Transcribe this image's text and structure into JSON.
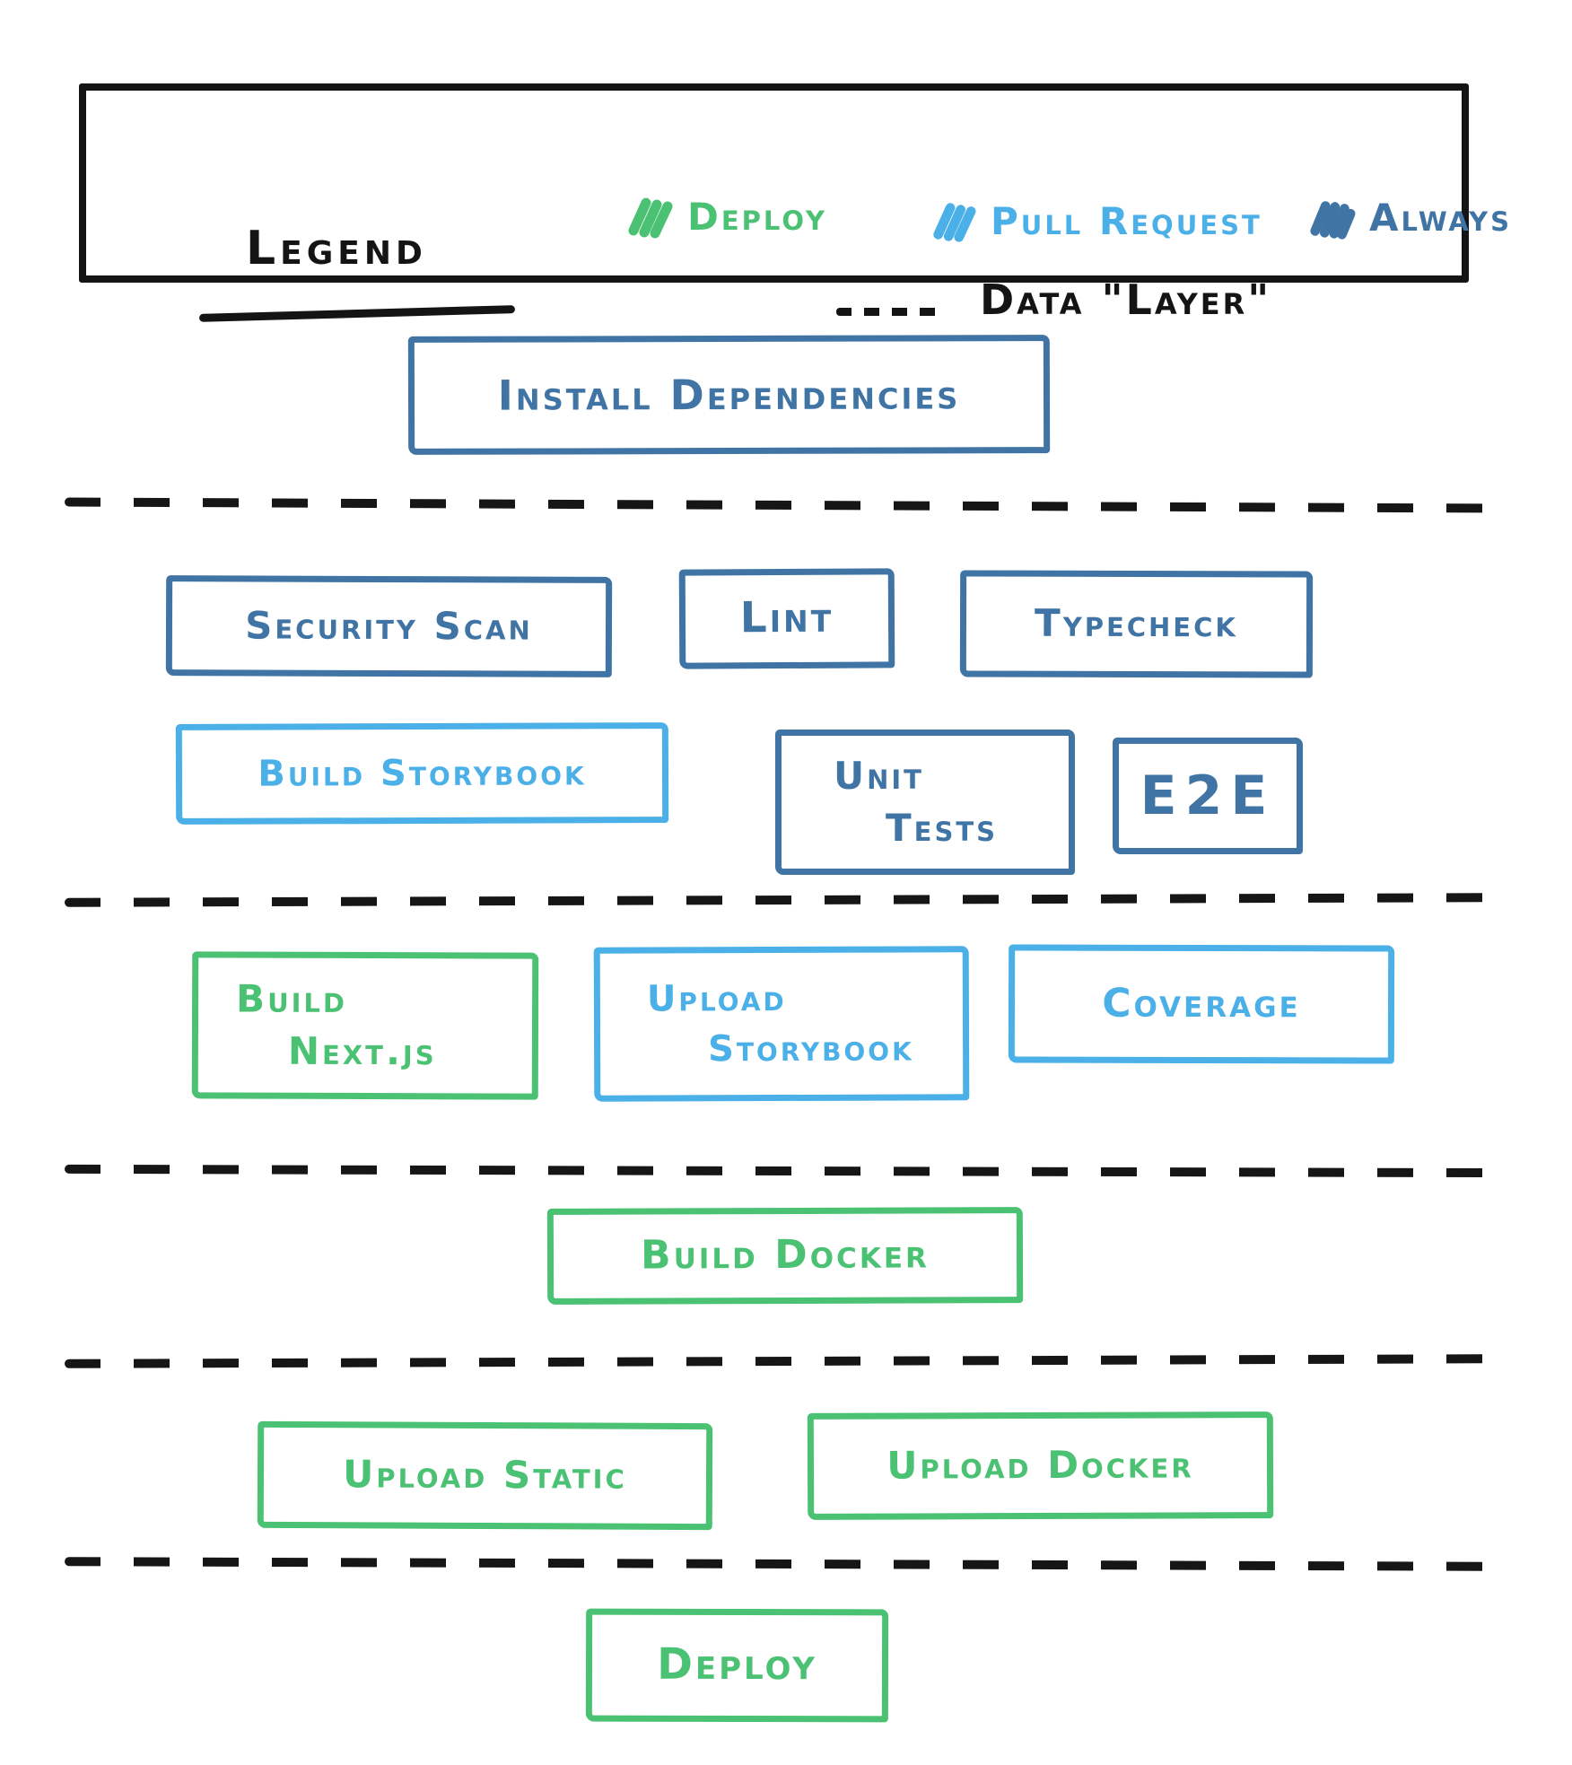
{
  "colors": {
    "deploy_green": "#4bc173",
    "pull_request_blue": "#4bb0e8",
    "always_blue": "#4074a4",
    "ink_black": "#141414"
  },
  "legend": {
    "title": "Legend",
    "items": [
      {
        "id": "deploy",
        "label": "Deploy",
        "icon": "scribble-hatch-icon",
        "color": "#4bc173"
      },
      {
        "id": "pull_request",
        "label": "Pull Request",
        "icon": "scribble-hatch-icon",
        "color": "#4bb0e8"
      },
      {
        "id": "always",
        "label": "Always",
        "icon": "scribble-hatch-icon",
        "color": "#4074a4"
      }
    ],
    "data_layer": {
      "label": "Data \"Layer\"",
      "symbol": "dashed-line"
    }
  },
  "separators": {
    "count": 5,
    "style": "hand-drawn dashed line",
    "color": "#161616"
  },
  "pipeline": {
    "stages": {
      "install_dependencies": {
        "label": "Install Dependencies",
        "trigger": "always"
      },
      "security_scan": {
        "label": "Security Scan",
        "trigger": "always"
      },
      "lint": {
        "label": "Lint",
        "trigger": "always"
      },
      "typecheck": {
        "label": "Typecheck",
        "trigger": "always"
      },
      "build_storybook": {
        "label": "Build Storybook",
        "trigger": "pull_request"
      },
      "unit_tests": {
        "label": "Unit Tests",
        "line1": "Unit",
        "line2": "Tests",
        "trigger": "always"
      },
      "e2e": {
        "label": "E2E",
        "trigger": "always"
      },
      "build_nextjs": {
        "label": "Build Next.js",
        "line1": "Build",
        "line2": "Next.js",
        "trigger": "deploy"
      },
      "upload_storybook": {
        "label": "Upload Storybook",
        "line1": "Upload",
        "line2": "Storybook",
        "trigger": "pull_request"
      },
      "coverage": {
        "label": "Coverage",
        "trigger": "pull_request"
      },
      "build_docker": {
        "label": "Build Docker",
        "trigger": "deploy"
      },
      "upload_static": {
        "label": "Upload Static",
        "trigger": "deploy"
      },
      "upload_docker": {
        "label": "Upload Docker",
        "trigger": "deploy"
      },
      "deploy": {
        "label": "Deploy",
        "trigger": "deploy"
      }
    }
  }
}
